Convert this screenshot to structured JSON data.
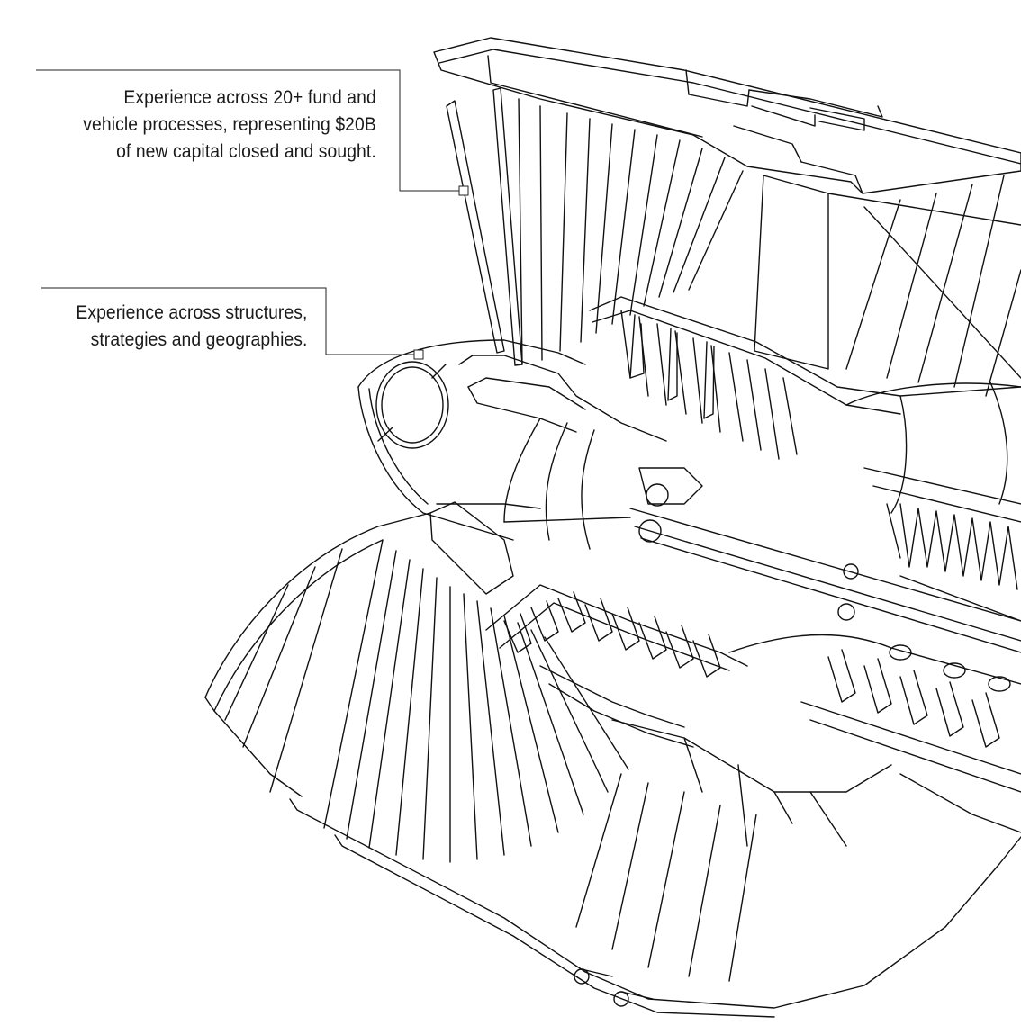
{
  "callouts": [
    {
      "lines": [
        "Experience across 20+ fund and",
        "vehicle processes, representing $20B",
        "of new capital closed and sought."
      ]
    },
    {
      "lines": [
        "Experience across structures,",
        "strategies and geographies."
      ]
    }
  ],
  "colors": {
    "line": "#111111",
    "text": "#1a1a1a",
    "background": "#ffffff"
  }
}
